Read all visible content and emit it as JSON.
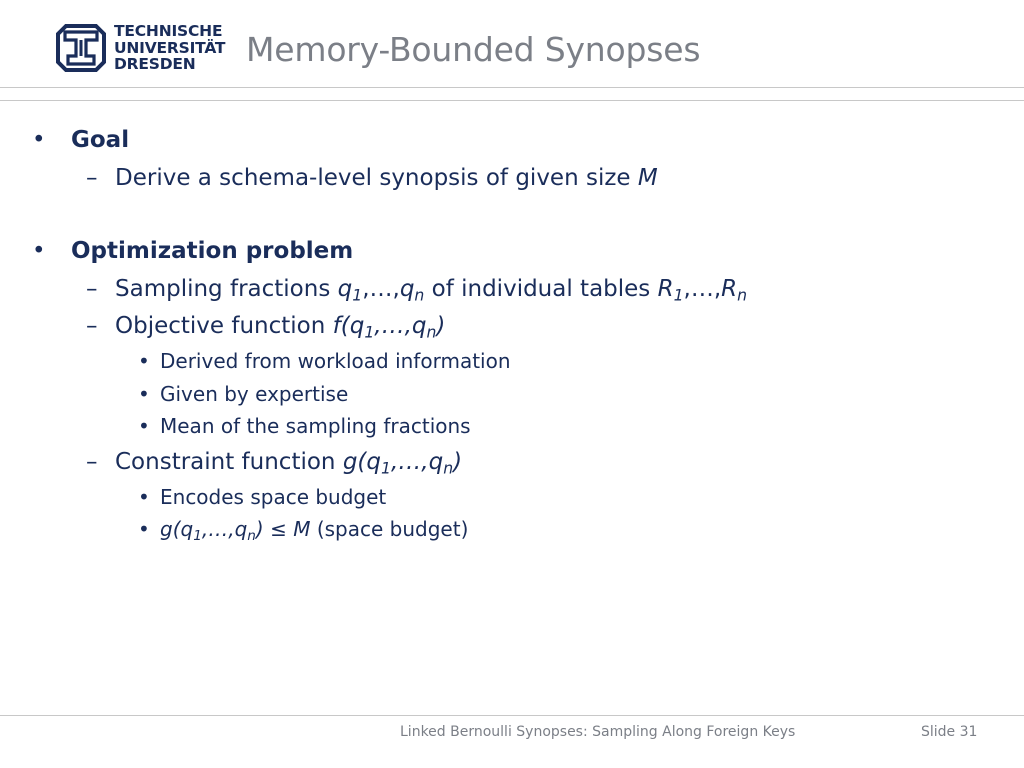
{
  "header": {
    "logo_lines": [
      "TECHNISCHE",
      "UNIVERSITÄT",
      "DRESDEN"
    ],
    "emblem_icon": "tu-dresden-emblem-icon",
    "title": "Memory-Bounded Synopses"
  },
  "bullets": {
    "goal": {
      "heading": "Goal",
      "item1": "Derive a schema-level synopsis of given size ",
      "item1_var": "M"
    },
    "optimization": {
      "heading": "Optimization problem",
      "sampling": {
        "prefix": "Sampling fractions ",
        "var_q": "q",
        "sub_1": "1",
        "sep": ",…,",
        "sub_n": "n",
        "middle": " of individual tables ",
        "var_r": "R"
      },
      "objective": {
        "prefix": "Objective function ",
        "fn_open": "f(q",
        "sub_1": "1",
        "sep": ",…,q",
        "sub_n": "n",
        "close": ")",
        "sub_items": [
          "Derived from workload information",
          "Given by expertise",
          "Mean of the sampling fractions"
        ]
      },
      "constraint": {
        "prefix": "Constraint function ",
        "fn_open": "g(q",
        "sub_1": "1",
        "sep": ",…,q",
        "sub_n": "n",
        "close": ")",
        "sub_item1": "Encodes space budget",
        "sub_item2_leq": " ≤ ",
        "sub_item2_var": "M",
        "sub_item2_suffix": " (space budget)"
      }
    }
  },
  "markers": {
    "level1": "•",
    "level2": "–",
    "level3": "•"
  },
  "footer": {
    "talk_title": "Linked Bernoulli Synopses: Sampling Along Foreign Keys",
    "slide_label": "Slide 31"
  },
  "colors": {
    "text": "#1a2d5a",
    "title_gray": "#7b7f87",
    "rule": "#c8c8c8"
  }
}
